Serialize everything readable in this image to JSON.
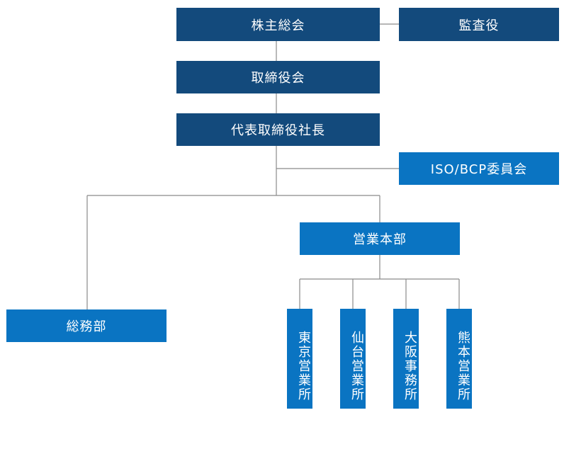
{
  "colors": {
    "dark": "#134a7c",
    "light": "#0a74c2",
    "line": "#8a8a8a",
    "text": "#ffffff"
  },
  "nodes": {
    "shareholders_meeting": "株主総会",
    "auditor": "監査役",
    "board": "取締役会",
    "president": "代表取締役社長",
    "committee": "ISO/BCP委員会",
    "sales_hq": "営業本部",
    "general_affairs": "総務部",
    "tokyo_office": "東京営業所",
    "sendai_office": "仙台営業所",
    "osaka_office": "大阪事務所",
    "kumamoto_office": "熊本営業所"
  }
}
